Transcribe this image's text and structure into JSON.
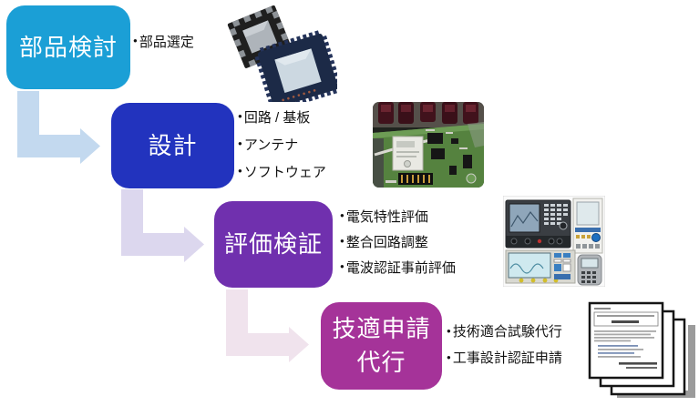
{
  "diagram": {
    "bullet_char": "●",
    "steps": [
      {
        "label": "部品検討",
        "color": "#1B9FD6",
        "bullets": [
          "部品選定"
        ]
      },
      {
        "label": "設計",
        "color": "#2233BE",
        "bullets": [
          "回路 / 基板",
          "アンテナ",
          "ソフトウェア"
        ]
      },
      {
        "label": "評価検証",
        "color": "#7030AE",
        "bullets": [
          "電気特性評価",
          "整合回路調整",
          "電波認証事前評価"
        ]
      },
      {
        "label": "技適申請\n代行",
        "color": "#A53399",
        "bullets": [
          "技術適合試験代行",
          "工事設計認証申請"
        ]
      }
    ],
    "arrows": [
      {
        "color": "#C3D9EF"
      },
      {
        "color": "#DCD7EE"
      },
      {
        "color": "#F0E3ED"
      }
    ],
    "photos": {
      "chip": "ic-chips-photo",
      "pcb": "circuit-board-photo",
      "equipment": "measurement-equipment-photo",
      "documents": "certification-documents-photo"
    }
  }
}
